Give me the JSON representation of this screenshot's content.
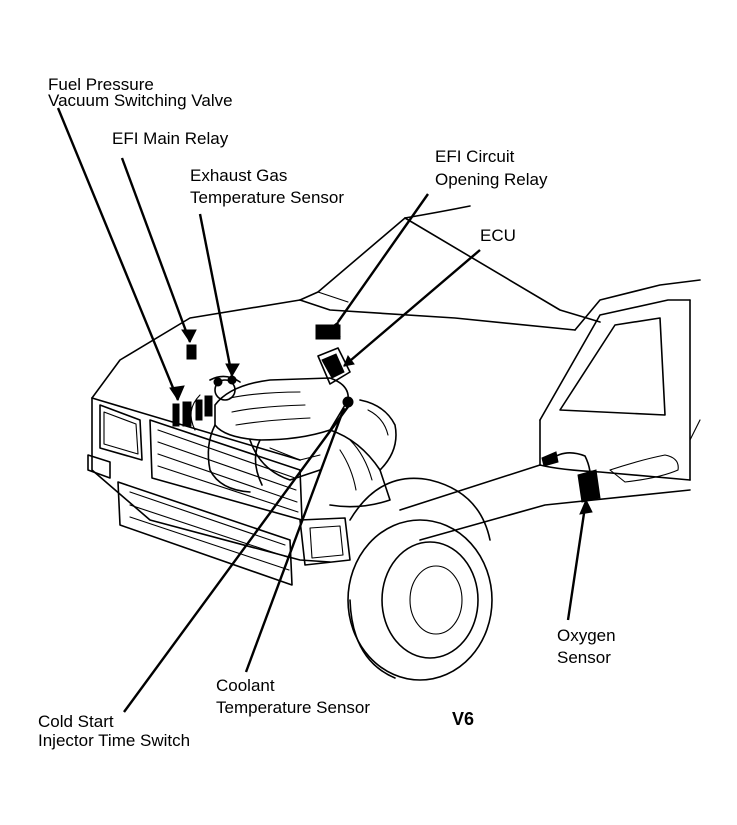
{
  "labels": {
    "fuel_pressure_line1": "Fuel Pressure",
    "fuel_pressure_line2": "Vacuum Switching Valve",
    "efi_main_relay": "EFI Main Relay",
    "exhaust_gas_line1": "Exhaust Gas",
    "exhaust_gas_line2": "Temperature Sensor",
    "efi_circuit_line1": "EFI Circuit",
    "efi_circuit_line2": "Opening Relay",
    "ecu": "ECU",
    "oxygen_line1": "Oxygen",
    "oxygen_line2": "Sensor",
    "coolant_line1": "Coolant",
    "coolant_line2": "Temperature Sensor",
    "cold_start_line1": "Cold Start",
    "cold_start_line2": "Injector Time Switch",
    "engine_variant": "V6"
  }
}
